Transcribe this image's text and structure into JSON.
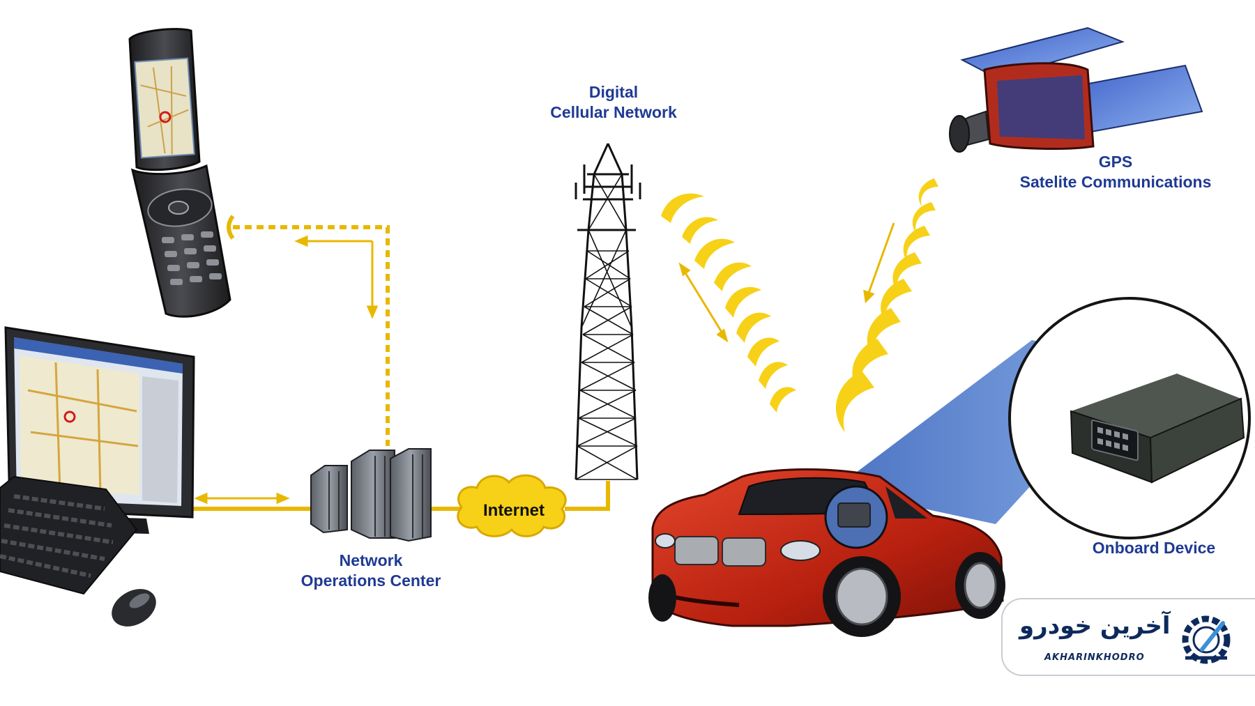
{
  "labels": {
    "cellular_line1": "Digital",
    "cellular_line2": "Cellular Network",
    "gps_line1": "GPS",
    "gps_line2": "Satelite Communications",
    "noc_line1": "Network",
    "noc_line2": "Operations Center",
    "internet": "Internet",
    "onboard": "Onboard Device"
  },
  "watermark": {
    "persian": "آخرین خودرو",
    "latin": "AKHARINKHODRO"
  },
  "colors": {
    "label_blue": "#1f3a93",
    "signal_yellow": "#f7d117",
    "link_gold": "#e8b800",
    "car_red": "#c8261a",
    "beam_blue": "#3d6fc6",
    "brand_navy": "#0e2a5c"
  },
  "icons": [
    "flip-phone",
    "desktop-computer",
    "keyboard",
    "mouse",
    "server-rack",
    "cellular-tower",
    "satellite",
    "car",
    "onboard-device",
    "brand-logo"
  ]
}
